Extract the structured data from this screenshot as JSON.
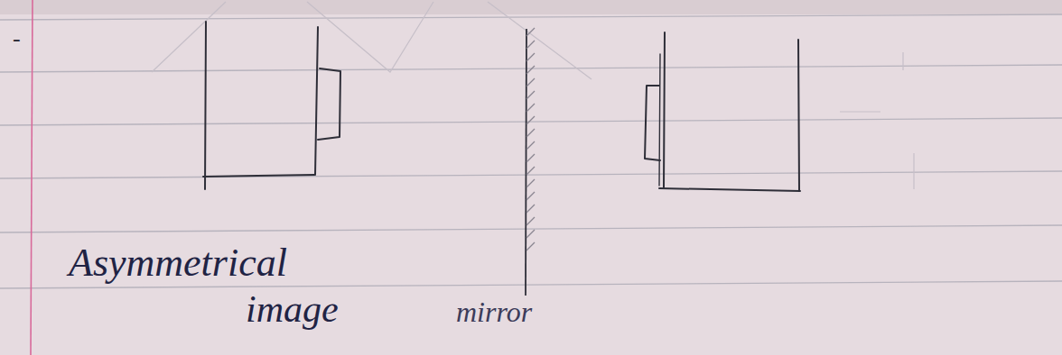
{
  "diagram": {
    "labels": [
      "-",
      "Asymmetrical",
      "image",
      "mirror"
    ]
  }
}
